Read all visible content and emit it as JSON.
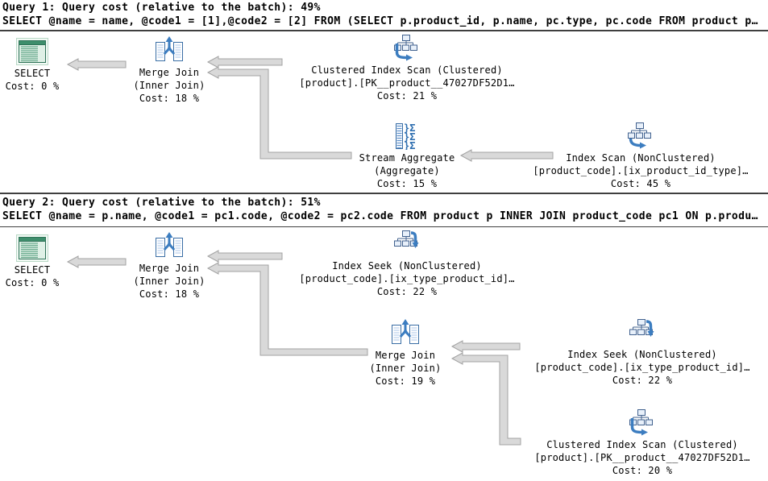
{
  "queries": [
    {
      "header": "Query 1: Query cost (relative to the batch): 49%",
      "statement": "SELECT @name = name, @code1 = [1],@code2 = [2] FROM (SELECT p.product_id, p.name, pc.type, pc.code FROM product p…",
      "nodes": {
        "select": {
          "name": "SELECT",
          "cost": "Cost: 0 %"
        },
        "merge_join": {
          "name": "Merge Join",
          "detail": "(Inner Join)",
          "cost": "Cost: 18 %"
        },
        "clustered_index_scan": {
          "name": "Clustered Index Scan (Clustered)",
          "detail": "[product].[PK__product__47027DF52D1…",
          "cost": "Cost: 21 %"
        },
        "stream_aggregate": {
          "name": "Stream Aggregate",
          "detail": "(Aggregate)",
          "cost": "Cost: 15 %"
        },
        "index_scan": {
          "name": "Index Scan (NonClustered)",
          "detail": "[product_code].[ix_product_id_type]…",
          "cost": "Cost: 45 %"
        }
      }
    },
    {
      "header": "Query 2: Query cost (relative to the batch): 51%",
      "statement": "SELECT @name = p.name, @code1 = pc1.code, @code2 = pc2.code FROM product p INNER JOIN product_code pc1 ON p.produ…",
      "nodes": {
        "select": {
          "name": "SELECT",
          "cost": "Cost: 0 %"
        },
        "merge_join_outer": {
          "name": "Merge Join",
          "detail": "(Inner Join)",
          "cost": "Cost: 18 %"
        },
        "index_seek_top": {
          "name": "Index Seek (NonClustered)",
          "detail": "[product_code].[ix_type_product_id]…",
          "cost": "Cost: 22 %"
        },
        "merge_join_inner": {
          "name": "Merge Join",
          "detail": "(Inner Join)",
          "cost": "Cost: 19 %"
        },
        "index_seek_mid": {
          "name": "Index Seek (NonClustered)",
          "detail": "[product_code].[ix_type_product_id]…",
          "cost": "Cost: 22 %"
        },
        "clustered_index_scan": {
          "name": "Clustered Index Scan (Clustered)",
          "detail": "[product].[PK__product__47027DF52D1…",
          "cost": "Cost: 20 %"
        }
      }
    }
  ],
  "colors": {
    "arrow_fill": "#d9d9d9",
    "arrow_stroke": "#a3a3a3",
    "icon_blue": "#3c7dc0",
    "icon_green": "#3e8e6c",
    "separator": "#3f3f3f"
  }
}
